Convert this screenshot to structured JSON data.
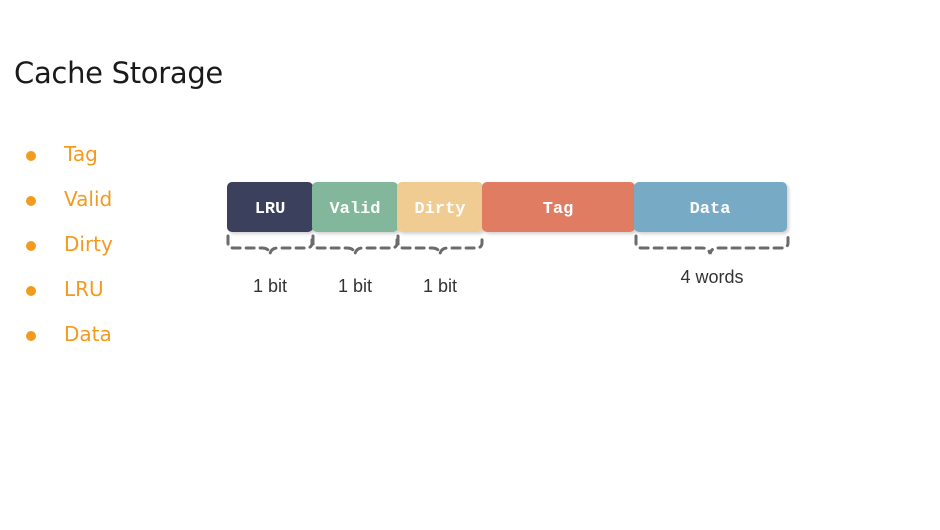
{
  "title": "Cache Storage",
  "bullets": [
    "Tag",
    "Valid",
    "Dirty",
    "LRU",
    "Data"
  ],
  "diagram": {
    "fields": [
      {
        "label": "LRU",
        "color": "#3b3f5c",
        "size": "1 bit"
      },
      {
        "label": "Valid",
        "color": "#82b79c",
        "size": "1 bit"
      },
      {
        "label": "Dirty",
        "color": "#f1cc92",
        "size": "1 bit"
      },
      {
        "label": "Tag",
        "color": "#e07c62",
        "size": ""
      },
      {
        "label": "Data",
        "color": "#76aac5",
        "size": "4 words"
      }
    ],
    "brace_color": "#6b6b6b",
    "accent_color": "#f39b1f"
  }
}
